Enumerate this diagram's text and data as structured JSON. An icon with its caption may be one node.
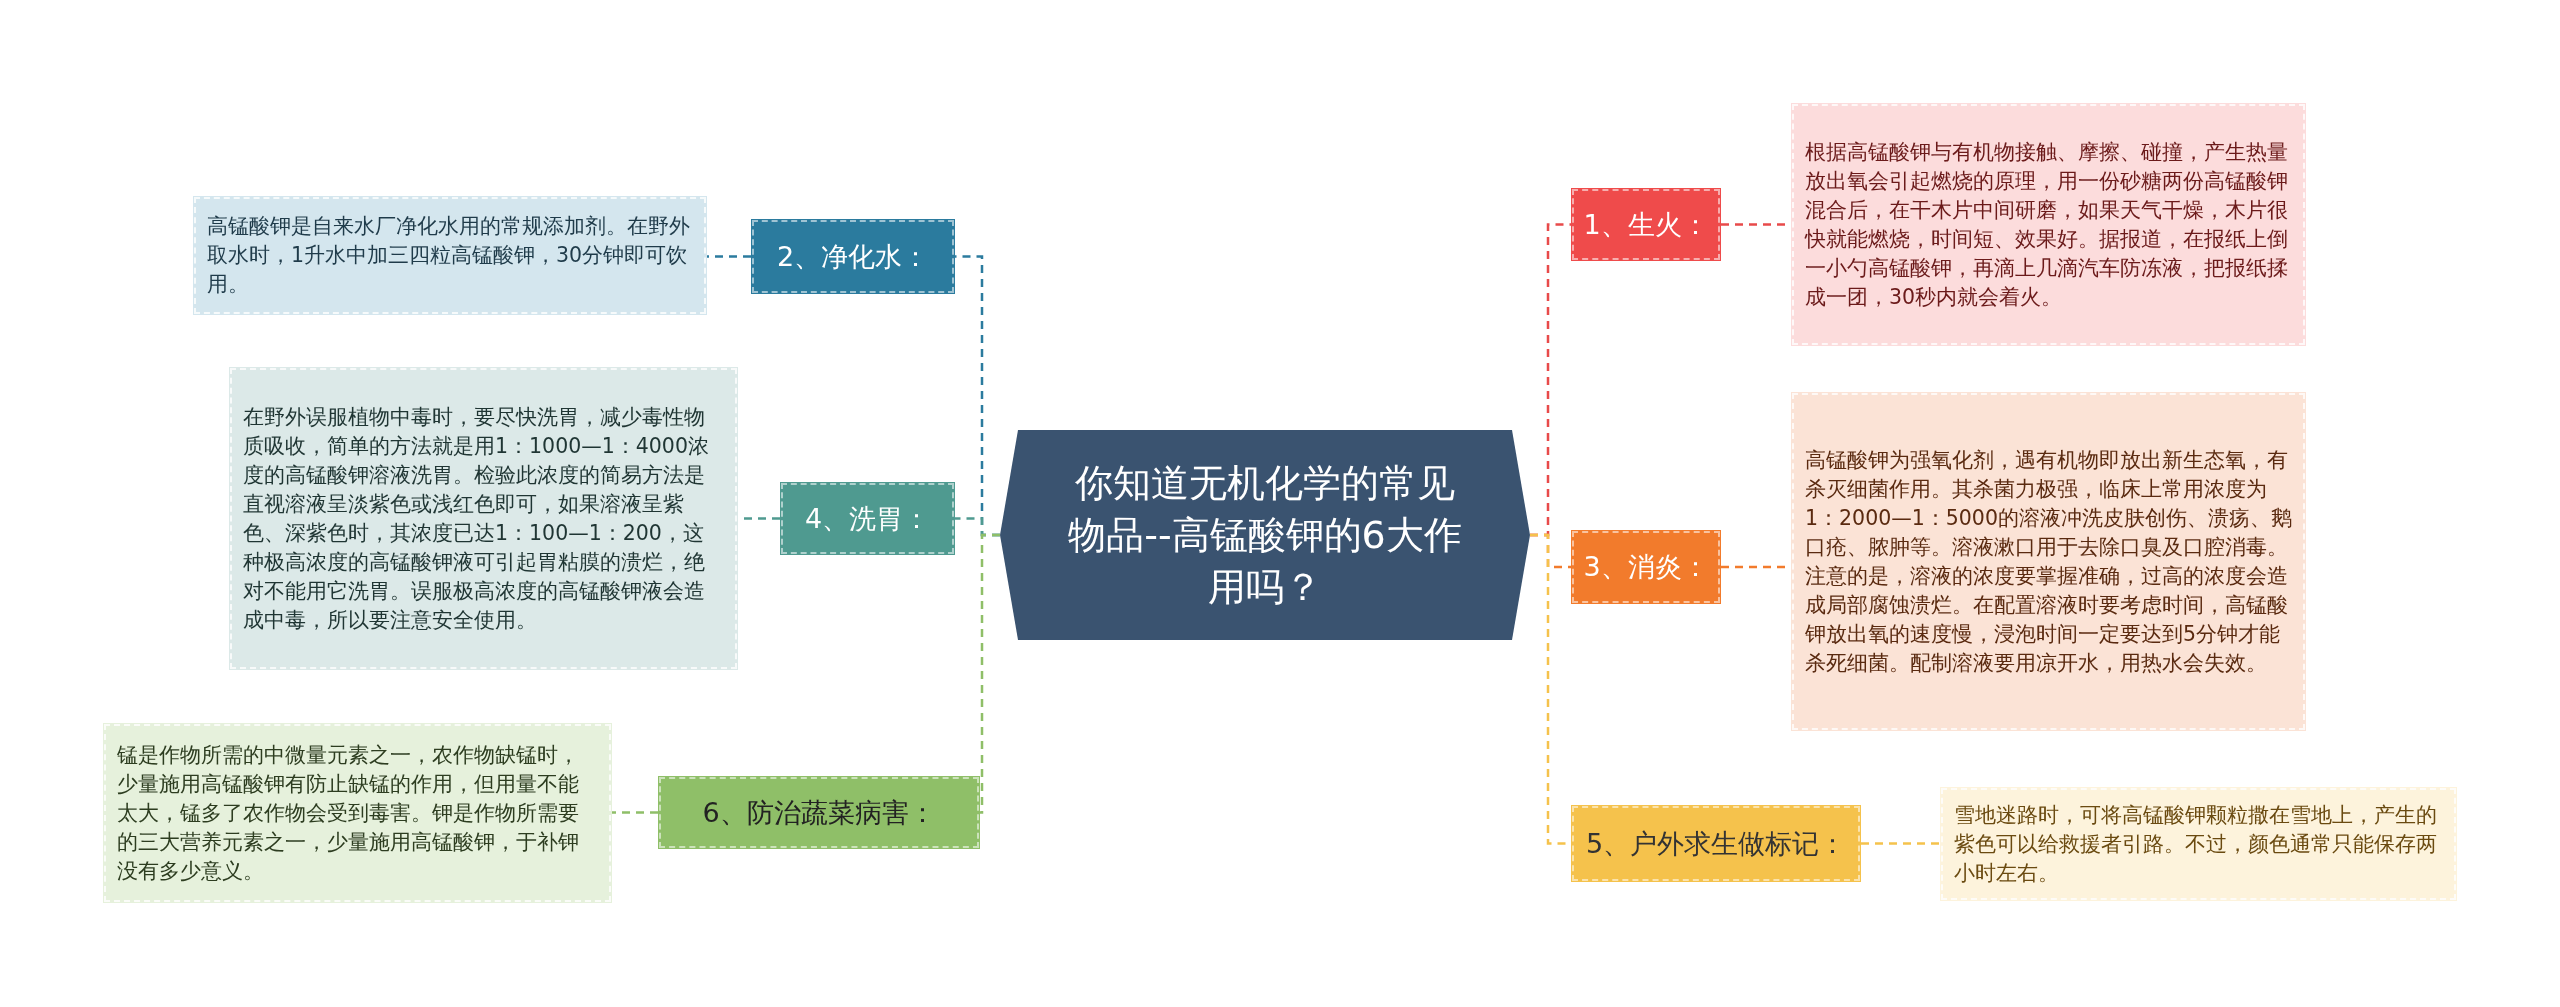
{
  "diagram": {
    "nodes": [
      {
        "text": [
          "你知道无机化学的常见物品--高锰酸钾的6大作用吗？"
        ]
      },
      {
        "text": [
          "1、生火："
        ]
      },
      {
        "text": [
          "根据高锰酸钾与有机物接触、摩擦、碰撞，产生热量放出氧会引起燃烧的原理，用一份砂糖两份高锰酸钾混合后，在干木片中间研磨，如果天气干燥，木片很快就能燃烧，时间短、效果好。据报道，在报纸上倒一小勺高锰酸钾，再滴上几滴汽车防冻液，把报纸揉成一团，30秒内就会着火。"
        ]
      },
      {
        "text": [
          "2、净化水："
        ]
      },
      {
        "text": [
          "高锰酸钾是自来水厂净化水用的常规添加剂。在野外取水时，1升水中加三四粒高锰酸钾，30分钟即可饮用。"
        ]
      },
      {
        "text": [
          "3、消炎："
        ]
      },
      {
        "text": [
          "高锰酸钾为强氧化剂，遇有机物即放出新生态氧，有杀灭细菌作用。其杀菌力极强，临床上常用浓度为1：2000—1：5000的溶液冲洗皮肤创伤、溃疡、鹅口疮、脓肿等。溶液漱口用于去除口臭及口腔消毒。注意的是，溶液的浓度要掌握准确，过高的浓度会造成局部腐蚀溃烂。在配置溶液时要考虑时间，高锰酸钾放出氧的速度慢，浸泡时间一定要达到5分钟才能杀死细菌。配制溶液要用凉开水，用热水会失效。"
        ]
      },
      {
        "text": [
          "4、洗胃："
        ]
      },
      {
        "text": [
          "在野外误服植物中毒时，要尽快洗胃，减少毒性物质吸收，简单的方法就是用1：1000—1：4000浓度的高锰酸钾溶液洗胃。检验此浓度的简易方法是直视溶液呈淡紫色或浅红色即可，如果溶液呈紫色、深紫色时，其浓度已达1：100—1：200，这种极高浓度的高锰酸钾液可引起胃粘膜的溃烂，绝对不能用它洗胃。误服极高浓度的高锰酸钾液会造成中毒，所以要注意安全使用。"
        ]
      },
      {
        "text": [
          "5、户外求生做标记："
        ]
      },
      {
        "text": [
          "雪地迷路时，可将高锰酸钾颗粒撒在雪地上，产生的紫色可以给救援者引路。不过，颜色通常只能保存两小时左右。"
        ]
      },
      {
        "text": [
          "6、防治蔬菜病害："
        ]
      },
      {
        "text": [
          "锰是作物所需的中微量元素之一，农作物缺锰时，少量施用高锰酸钾有防止缺锰的作用，但用量不能太大，锰多了农作物会受到毒害。钾是作物所需要的三大营养元素之一，少量施用高锰酸钾，于补钾没有多少意义。"
        ]
      }
    ],
    "edges": [
      {
        "from": 0,
        "to": 1,
        "arrow": "none",
        "style": "dashed",
        "color": "#e84a4a"
      },
      {
        "from": 1,
        "to": 2,
        "arrow": "none",
        "style": "dashed",
        "color": "#e84a4a"
      },
      {
        "from": 0,
        "to": 3,
        "arrow": "none",
        "style": "dashed",
        "color": "#2b7b9e"
      },
      {
        "from": 3,
        "to": 4,
        "arrow": "none",
        "style": "dashed",
        "color": "#2b7b9e"
      },
      {
        "from": 0,
        "to": 5,
        "arrow": "none",
        "style": "dashed",
        "color": "#f27b2c"
      },
      {
        "from": 5,
        "to": 6,
        "arrow": "none",
        "style": "dashed",
        "color": "#f27b2c"
      },
      {
        "from": 0,
        "to": 7,
        "arrow": "none",
        "style": "dashed",
        "color": "#4f9a90"
      },
      {
        "from": 7,
        "to": 8,
        "arrow": "none",
        "style": "dashed",
        "color": "#4f9a90"
      },
      {
        "from": 0,
        "to": 9,
        "arrow": "none",
        "style": "dashed",
        "color": "#f5c24c"
      },
      {
        "from": 9,
        "to": 10,
        "arrow": "none",
        "style": "dashed",
        "color": "#f5c24c"
      },
      {
        "from": 0,
        "to": 11,
        "arrow": "none",
        "style": "dashed",
        "color": "#8fbf68"
      },
      {
        "from": 11,
        "to": 12,
        "arrow": "none",
        "style": "dashed",
        "color": "#8fbf68"
      }
    ]
  }
}
